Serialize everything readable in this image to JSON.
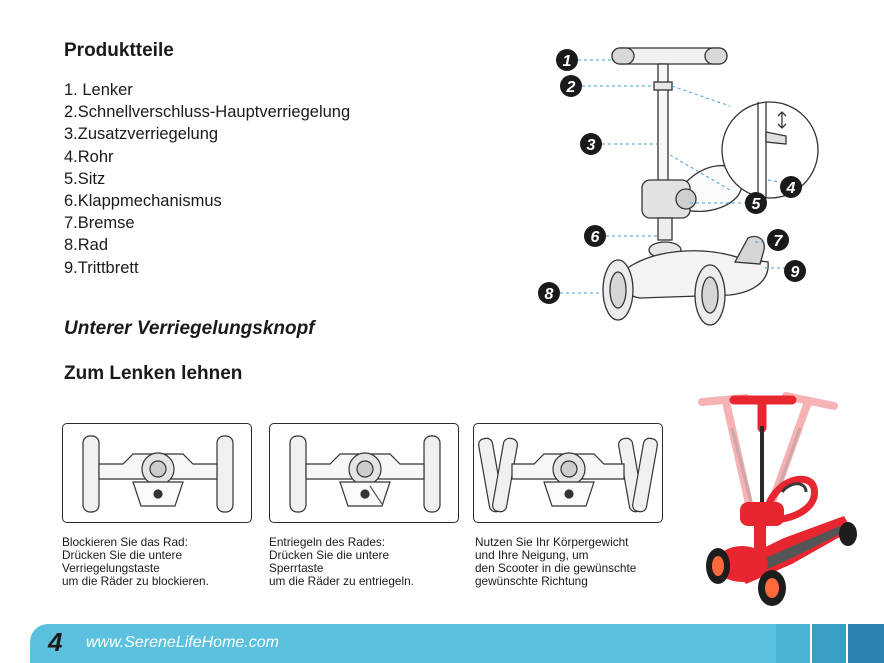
{
  "product_parts": {
    "title": "Produktteile",
    "items": [
      "1. Lenker",
      "2.Schnellverschluss-Hauptverriegelung",
      "3.Zusatzverriegelung",
      "4.Rohr",
      "5.Sitz",
      "6.Klappmechanismus",
      "7.Bremse",
      "8.Rad",
      "9.Trittbrett"
    ],
    "callouts": [
      "1",
      "2",
      "3",
      "4",
      "5",
      "6",
      "7",
      "8",
      "9"
    ]
  },
  "lower_lock": {
    "title": "Unterer Verriegelungsknopf"
  },
  "lean_steer": {
    "title": "Zum Lenken lehnen"
  },
  "steps": [
    {
      "lines": [
        "Blockieren Sie das Rad:",
        "Drücken Sie die untere",
        "Verriegelungstaste",
        "um die Räder zu blockieren."
      ]
    },
    {
      "lines": [
        "Entriegeln des Rades:",
        "Drücken Sie die untere",
        "Sperrtaste",
        "um die Räder zu entriegeln."
      ]
    },
    {
      "lines": [
        "Nutzen Sie Ihr Körpergewicht",
        "und Ihre Neigung, um",
        "den Scooter in die gewünschte",
        "gewünschte Richtung"
      ]
    }
  ],
  "footer": {
    "page_number": "4",
    "website": "www.SereneLifeHome.com"
  },
  "colors": {
    "footer_blue": "#5bc1de",
    "scooter_red": "#e8262f",
    "callout_black": "#1a1a1a"
  }
}
